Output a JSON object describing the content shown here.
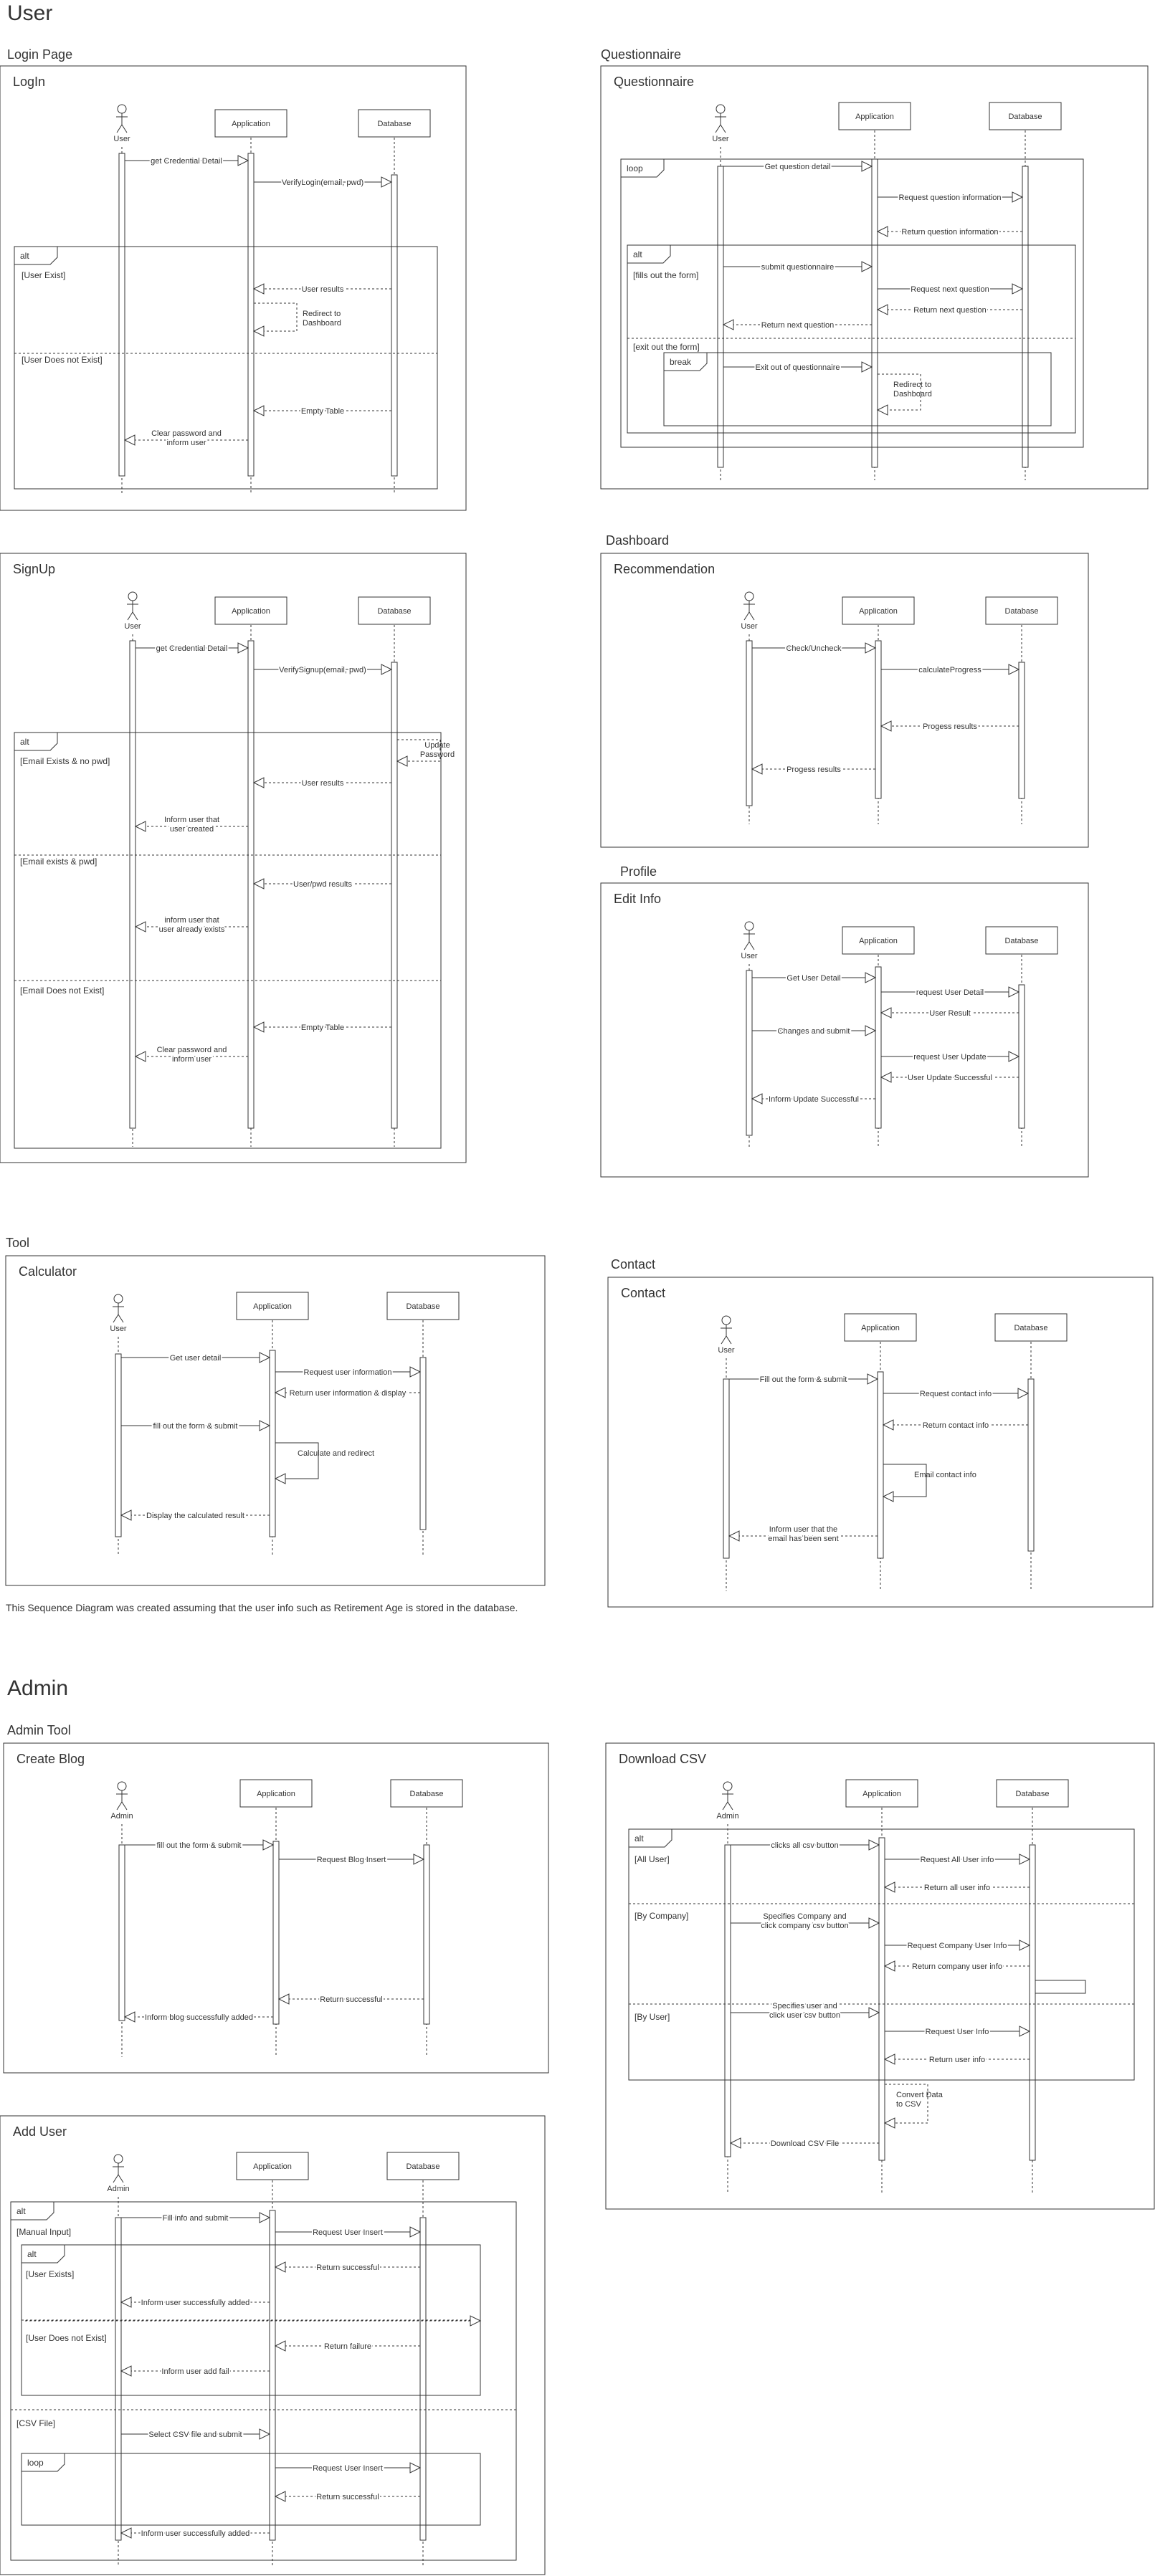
{
  "headings": {
    "user_title": "User",
    "login_page": "Login Page",
    "questionnaire_section": "Questionnaire",
    "dashboard_section": "Dashboard",
    "profile_section": "Profile",
    "tool_section": "Tool",
    "contact_section": "Contact",
    "admin_title": "Admin",
    "admin_tool": "Admin Tool"
  },
  "note": "This Sequence Diagram was created assuming that the user info such as Retirement Age is stored in the database.",
  "participants": {
    "user": "User",
    "admin": "Admin",
    "application": "Application",
    "database": "Database"
  },
  "fragments": {
    "alt": "alt",
    "loop": "loop",
    "break": "break"
  },
  "diagrams": {
    "login": {
      "title": "LogIn",
      "guards": [
        "[User Exist]",
        "[User Does not Exist]"
      ],
      "messages": [
        "get Credential Detail",
        "VerifyLogin(email, pwd)",
        "User results",
        "Redirect to\nDashboard",
        "Empty Table",
        "Clear password and\ninform user"
      ]
    },
    "questionnaire": {
      "title": "Questionnaire",
      "guards": [
        "[fills out the form]",
        "[exit out the form]"
      ],
      "messages": [
        "Get question detail",
        "Request question information",
        "Return question information",
        "submit questionnaire",
        "Request next question",
        "Return next question",
        "Return next question",
        "Exit out of questionnaire",
        "Redirect to\nDashboard"
      ]
    },
    "signup": {
      "title": "SignUp",
      "guards": [
        "[Email Exists & no pwd]",
        "[Email exists & pwd]",
        "[Email Does not Exist]"
      ],
      "messages": [
        "get Credential Detail",
        "VerifySignup(email, pwd)",
        "Update\nPassword",
        "User results",
        "Inform user that\nuser created",
        "User/pwd results",
        "inform user that\nuser already exists",
        "Empty Table",
        "Clear password and\ninform user"
      ]
    },
    "recommendation": {
      "title": "Recommendation",
      "messages": [
        "Check/Uncheck",
        "calculateProgress",
        "Progess results",
        "Progess results"
      ]
    },
    "editinfo": {
      "title": "Edit Info",
      "messages": [
        "Get User Detail",
        "request User Detail",
        "User Result",
        "Changes and submit",
        "request User Update",
        "User Update Successful",
        "Inform Update Successful"
      ]
    },
    "calculator": {
      "title": "Calculator",
      "messages": [
        "Get user detail",
        "Request user information",
        "Return user information & display",
        "fill out the form & submit",
        "Calculate and redirect",
        "Display the calculated result"
      ]
    },
    "contact": {
      "title": "Contact",
      "messages": [
        "Fill out the form & submit",
        "Request contact info",
        "Return contact info",
        "Email contact info",
        "Inform user that the\nemail has been sent"
      ]
    },
    "createblog": {
      "title": "Create Blog",
      "messages": [
        "fill out the form & submit",
        "Request Blog Insert",
        "Return successful",
        "Inform blog successfully added"
      ]
    },
    "downloadcsv": {
      "title": "Download CSV",
      "guards": [
        "[All User]",
        "[By Company]",
        "[By User]"
      ],
      "messages": [
        "clicks all csv button",
        "Request All User info",
        "Return all user info",
        "Specifies Company and\nclick company csv button",
        "Request Company User Info",
        "Return company user info",
        "Specifies user and\nclick user csv button",
        "Request User Info",
        "Return user info",
        "Convert Data\nto CSV",
        "Download CSV File"
      ]
    },
    "adduser": {
      "title": "Add User",
      "guards": [
        "[Manual Input]",
        "[User Exists]",
        "[User Does not Exist]",
        "[CSV File]"
      ],
      "messages": [
        "Fill info and submit",
        "Request User Insert",
        "Return successful",
        "Inform user successfully added",
        "Return failure",
        "Inform user add fail",
        "Select CSV file and submit",
        "Request User Insert",
        "Return successful",
        "Inform user successfully added"
      ]
    }
  }
}
